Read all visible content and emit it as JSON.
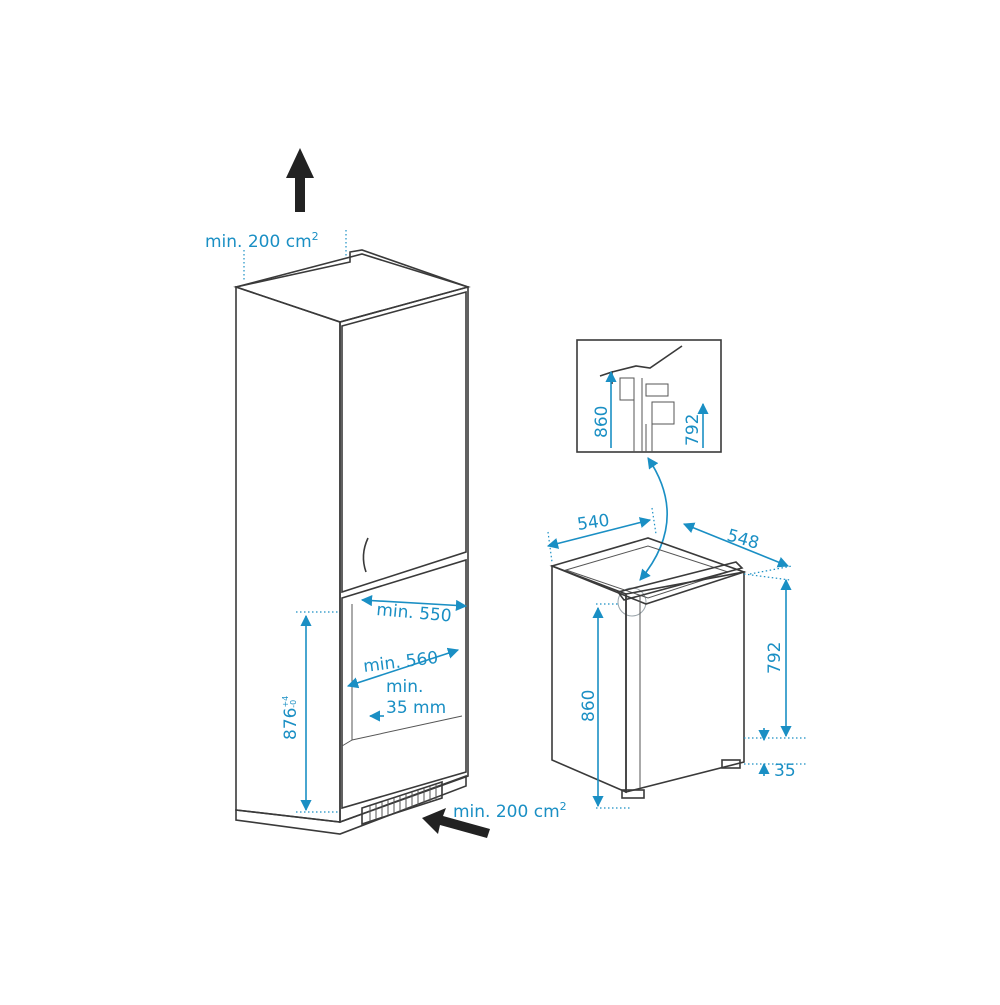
{
  "colors": {
    "dimension": "#1a8fc4",
    "outline": "#3a3a3a",
    "cabinet_face": "#f4f4f4",
    "cabinet_side": "#eeeeee",
    "arrow": "#222222"
  },
  "icons": {
    "airflow_out": "arrow-up-icon",
    "airflow_in": "arrow-diagonal-icon"
  },
  "cabinet": {
    "top_vent_label": "min. 200 cm",
    "top_vent_sup": "2",
    "bottom_vent_label": "min. 200 cm",
    "bottom_vent_sup": "2",
    "niche_depth_label": "min. 550",
    "niche_width_label": "min. 560",
    "gap_label_line1": "min.",
    "gap_label_line2": "35 mm",
    "niche_height_label": "876",
    "niche_height_tol_plus": "+4",
    "niche_height_tol_minus": "-0"
  },
  "appliance": {
    "width_label": "540",
    "depth_label": "548",
    "body_height_label": "792",
    "total_height_label": "860",
    "plinth_label": "35"
  },
  "detail": {
    "height_label_left": "860",
    "height_label_right": "792"
  }
}
